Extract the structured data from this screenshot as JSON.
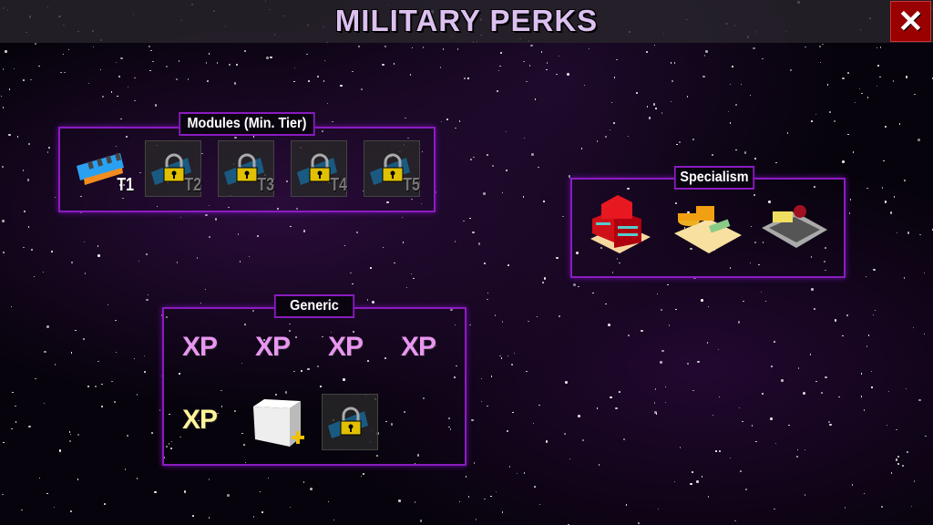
{
  "header": {
    "title": "MILITARY PERKS",
    "close_label": "✕"
  },
  "modules": {
    "label": "Modules (Min. Tier)",
    "items": [
      {
        "tier": "T1",
        "locked": false
      },
      {
        "tier": "T2",
        "locked": true
      },
      {
        "tier": "T3",
        "locked": true
      },
      {
        "tier": "T4",
        "locked": true
      },
      {
        "tier": "T5",
        "locked": true
      }
    ]
  },
  "specialism": {
    "label": "Specialism",
    "items": [
      "factory-icon",
      "coin-refinery-icon",
      "mining-platform-icon"
    ]
  },
  "generic": {
    "label": "Generic",
    "xp_label": "XP"
  },
  "colors": {
    "panel_border": "#8a1cc0",
    "title": "#dcc0f0",
    "xp_pink": "#e896f0",
    "xp_yellow": "#fff49a",
    "close_bg": "#990000"
  }
}
